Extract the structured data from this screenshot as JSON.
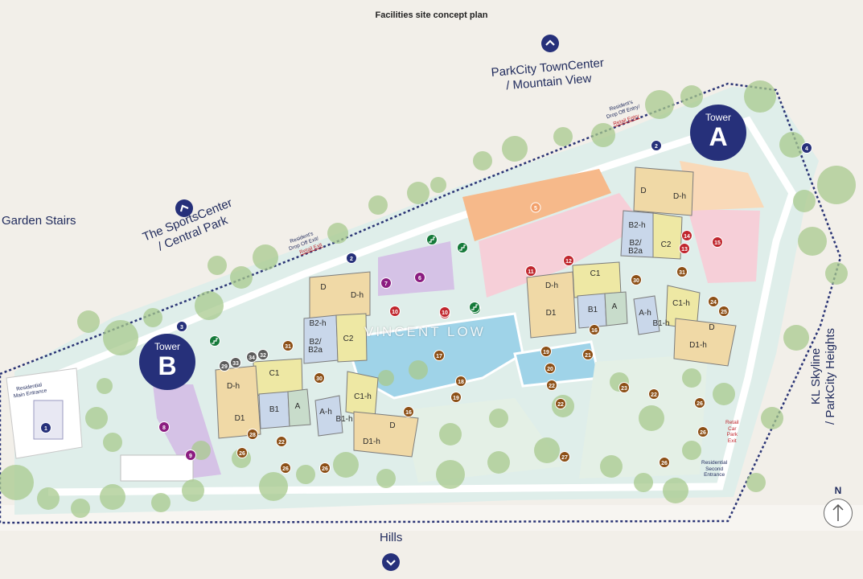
{
  "title": "Facilities site concept plan",
  "directions": {
    "top": "ParkCity TownCenter\n/ Mountain View",
    "left": "Garden Stairs",
    "sports": "The SportsCenter\n/ Central Park",
    "right": "KL Skyline\n/ ParkCity Heights",
    "bottom": "Hills"
  },
  "towers": {
    "a": {
      "label": "Tower",
      "letter": "A"
    },
    "b": {
      "label": "Tower",
      "letter": "B"
    }
  },
  "annotations": {
    "drop_a": "Resident's\nDrop Off Entry/",
    "drop_a_red": "Retail Entry",
    "drop_b": "Resident's\nDrop Off Exit/",
    "drop_b_red": "Retail Exit",
    "main_entrance": "Residential\nMain Entrance",
    "retail_exit": "Retail\nCar\nPark\nExit",
    "second_entrance": "Residential\nSecond\nEntrance"
  },
  "watermark": "VINCENT LOW",
  "north": "N",
  "icons": {
    "nav": "chevron-up-icon",
    "north": "compass-arrow-icon"
  },
  "colors": {
    "navy": "#26307a",
    "ground": "#f2efe9",
    "landscape": "#dfeeea",
    "tree": "#a8c98e",
    "pool": "#9fd3e8",
    "orange": "#f6b98a",
    "pink": "#f6cfd8",
    "purple": "#d5c2e6",
    "facility_red": "#c0262d",
    "facility_brown": "#8c4f16",
    "facility_purple": "#8b1c80",
    "facility_navy": "#26307a",
    "facility_green": "#157a3a"
  },
  "unit_labels": {
    "a": [
      "D",
      "D-h",
      "B2-h",
      "B2/\nB2a",
      "C2",
      "D-h",
      "C1",
      "D1",
      "B1",
      "A",
      "A-h",
      "B1-h",
      "C1-h",
      "D",
      "D1-h"
    ],
    "b": [
      "D",
      "D-h",
      "B2-h",
      "B2/\nB2a",
      "C2",
      "D-h",
      "C1",
      "D1",
      "B1",
      "A",
      "A-h",
      "B1-h",
      "C1-h",
      "D",
      "D1-h"
    ]
  },
  "facilities": {
    "navy": [
      "1",
      "2",
      "2",
      "3",
      "4"
    ],
    "green": [
      "",
      "",
      "",
      "",
      ""
    ],
    "purple": [
      "6",
      "7",
      "8",
      "9"
    ],
    "red": [
      "10",
      "10",
      "11",
      "12",
      "13",
      "14",
      "15",
      "10"
    ],
    "orange": [
      "5"
    ],
    "brown": [
      "16",
      "16",
      "17",
      "18",
      "19",
      "19",
      "20",
      "21",
      "22",
      "22",
      "23",
      "22",
      "24",
      "25",
      "26",
      "26",
      "26",
      "26",
      "26",
      "26",
      "27",
      "28",
      "22",
      "31",
      "31",
      "30",
      "30"
    ],
    "gray": [
      "29",
      "33",
      "34",
      "32"
    ]
  }
}
